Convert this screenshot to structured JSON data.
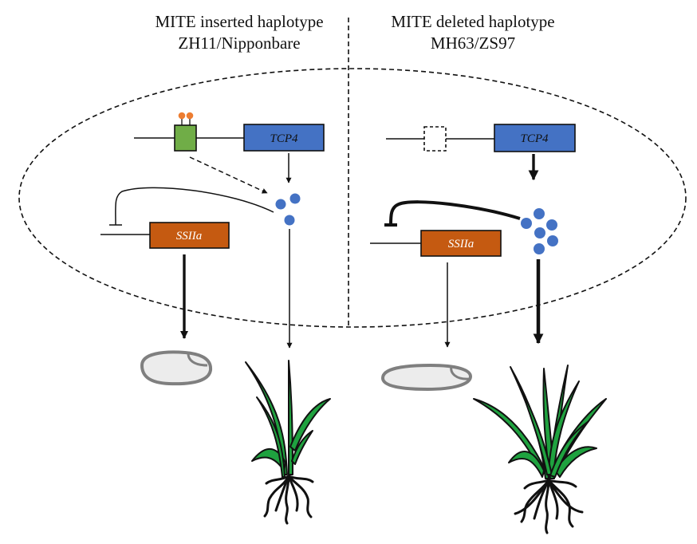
{
  "headings": {
    "left_line1": "MITE inserted haplotype",
    "left_line2": "ZH11/Nipponbare",
    "right_line1": "MITE deleted haplotype",
    "right_line2": "MH63/ZS97"
  },
  "genes": {
    "tcp4": "TCP4",
    "ssiia": "SSIIa"
  },
  "colors": {
    "tcp4_box": "#4472c4",
    "ssiia_box": "#c55a11",
    "mite_box": "#70ad47",
    "methyl_dot": "#ed7d31",
    "protein_dot": "#4472c4",
    "grain_fill": "#ececec",
    "grain_stroke": "#7f7f7f",
    "leaf_green": "#1fa23f"
  },
  "icons": {
    "grain": "rice-grain-icon",
    "plant": "rice-plant-icon",
    "protein": "protein-dot-icon",
    "methylation": "methylation-mark-icon"
  }
}
